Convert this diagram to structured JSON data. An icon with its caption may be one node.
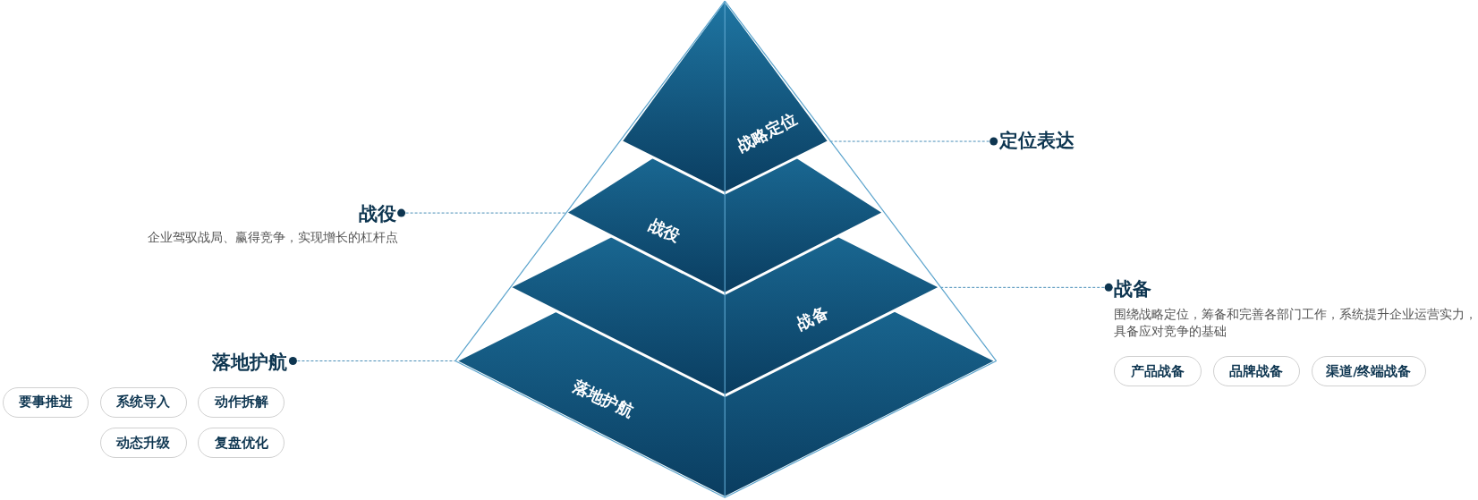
{
  "diagram": {
    "nodes": [
      {
        "text": [
          "战略定位"
        ]
      },
      {
        "text": [
          "战役"
        ]
      },
      {
        "text": [
          "战备"
        ]
      },
      {
        "text": [
          "落地护航"
        ]
      },
      {
        "text": [
          "定位表达"
        ]
      },
      {
        "text": [
          "战役",
          "企业驾驭战局、赢得竞争，实现增长的杠杆点"
        ]
      },
      {
        "text": [
          "战备",
          "围绕战略定位，筹备和完善各部门工作，系统提升企业运营实力，具备应对竞争的基础"
        ]
      },
      {
        "text": [
          "落地护航"
        ]
      },
      {
        "text": [
          "要事推进"
        ]
      },
      {
        "text": [
          "系统导入"
        ]
      },
      {
        "text": [
          "动作拆解"
        ]
      },
      {
        "text": [
          "动态升级"
        ]
      },
      {
        "text": [
          "复盘优化"
        ]
      },
      {
        "text": [
          "产品战备"
        ]
      },
      {
        "text": [
          "品牌战备"
        ]
      },
      {
        "text": [
          "渠道/终端战备"
        ]
      }
    ],
    "edges": [
      {
        "from": 4,
        "to": 0,
        "arrow": "other",
        "style": "dashed"
      },
      {
        "from": 5,
        "to": 1,
        "arrow": "other",
        "style": "dashed"
      },
      {
        "from": 6,
        "to": 2,
        "arrow": "other",
        "style": "dashed"
      },
      {
        "from": 7,
        "to": 3,
        "arrow": "other",
        "style": "dashed"
      }
    ]
  }
}
